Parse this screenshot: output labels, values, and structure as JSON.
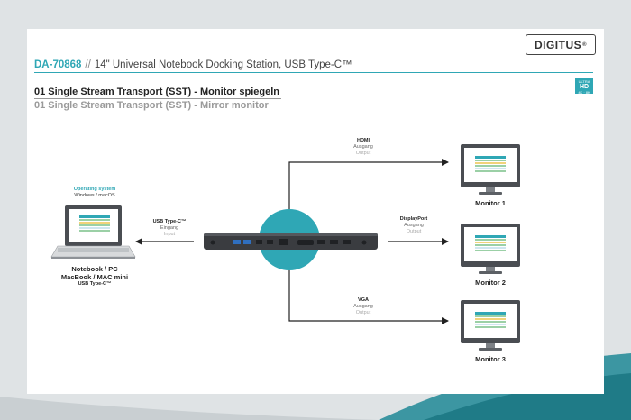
{
  "brand": {
    "logo": "DIGITUS",
    "reg": "®"
  },
  "header": {
    "code": "DA-70868",
    "separator": "//",
    "product": "14\" Universal Notebook Docking Station, USB Type-C™"
  },
  "badge": {
    "top": "ULTRA",
    "main": "HD",
    "bottom": "4K · 8K"
  },
  "titles": {
    "de": "01 Single Stream Transport (SST) - Monitor spiegeln",
    "en": "01 Single Stream Transport (SST) - Mirror monitor"
  },
  "connections": {
    "hdmi": {
      "name": "HDMI",
      "de": "Ausgang",
      "en": "Output"
    },
    "displayport": {
      "name": "DisplayPort",
      "de": "Ausgang",
      "en": "Output"
    },
    "vga": {
      "name": "VGA",
      "de": "Ausgang",
      "en": "Output"
    },
    "usbc": {
      "name": "USB Type-C™",
      "de": "Eingang",
      "en": "Input"
    }
  },
  "monitors": [
    "Monitor 1",
    "Monitor 2",
    "Monitor 3"
  ],
  "os": {
    "title": "Operating system",
    "value": "Windows / macOS"
  },
  "notebook": {
    "line1": "Notebook / PC",
    "line2": "MacBook / MAC mini",
    "line3": "USB Type-C™"
  },
  "colors": {
    "accent": "#2fa7b5",
    "dock": "#3a3c40",
    "line": "#222222"
  }
}
